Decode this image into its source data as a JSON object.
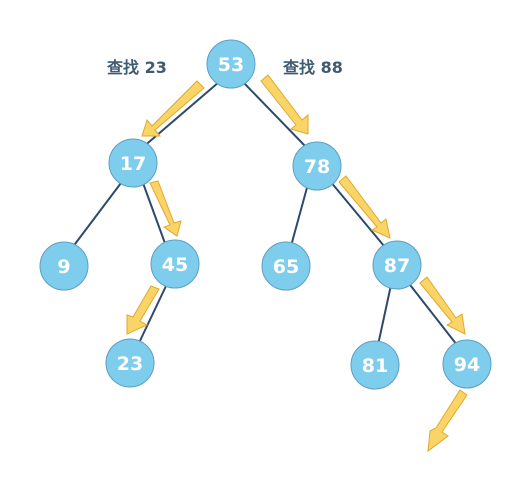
{
  "captions": {
    "left": "查找 23",
    "right": "查找 88"
  },
  "nodes": {
    "n53": "53",
    "n17": "17",
    "n78": "78",
    "n9": "9",
    "n45": "45",
    "n65": "65",
    "n87": "87",
    "n23": "23",
    "n81": "81",
    "n94": "94"
  },
  "colors": {
    "node_fill": "#7ecdec",
    "node_stroke": "#5e9ec3",
    "edge": "#2c4a6b",
    "arrow_fill": "#fbd468",
    "arrow_stroke": "#e0a92a",
    "caption": "#3f5a73"
  }
}
